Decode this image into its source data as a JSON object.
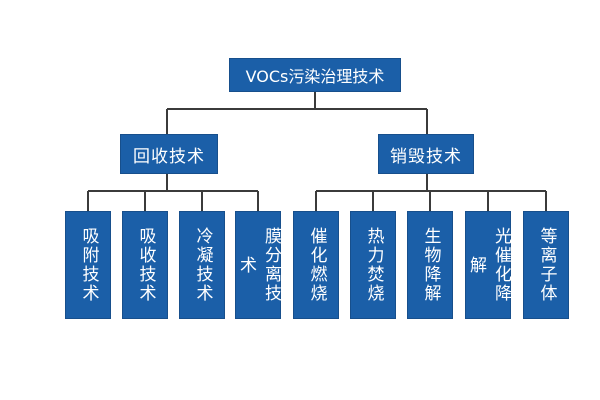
{
  "root": {
    "label": "VOCs污染治理技术"
  },
  "branches": [
    {
      "label": "回收技术",
      "leaves": [
        "吸附技术",
        "吸收技术",
        "冷凝技术",
        "膜分离技术"
      ]
    },
    {
      "label": "销毁技术",
      "leaves": [
        "催化燃烧",
        "热力焚烧",
        "生物降解",
        "光催化降解",
        "等离子体"
      ]
    }
  ],
  "colors": {
    "node_fill": "#1b5fa8",
    "connector": "#3b3b3b"
  }
}
